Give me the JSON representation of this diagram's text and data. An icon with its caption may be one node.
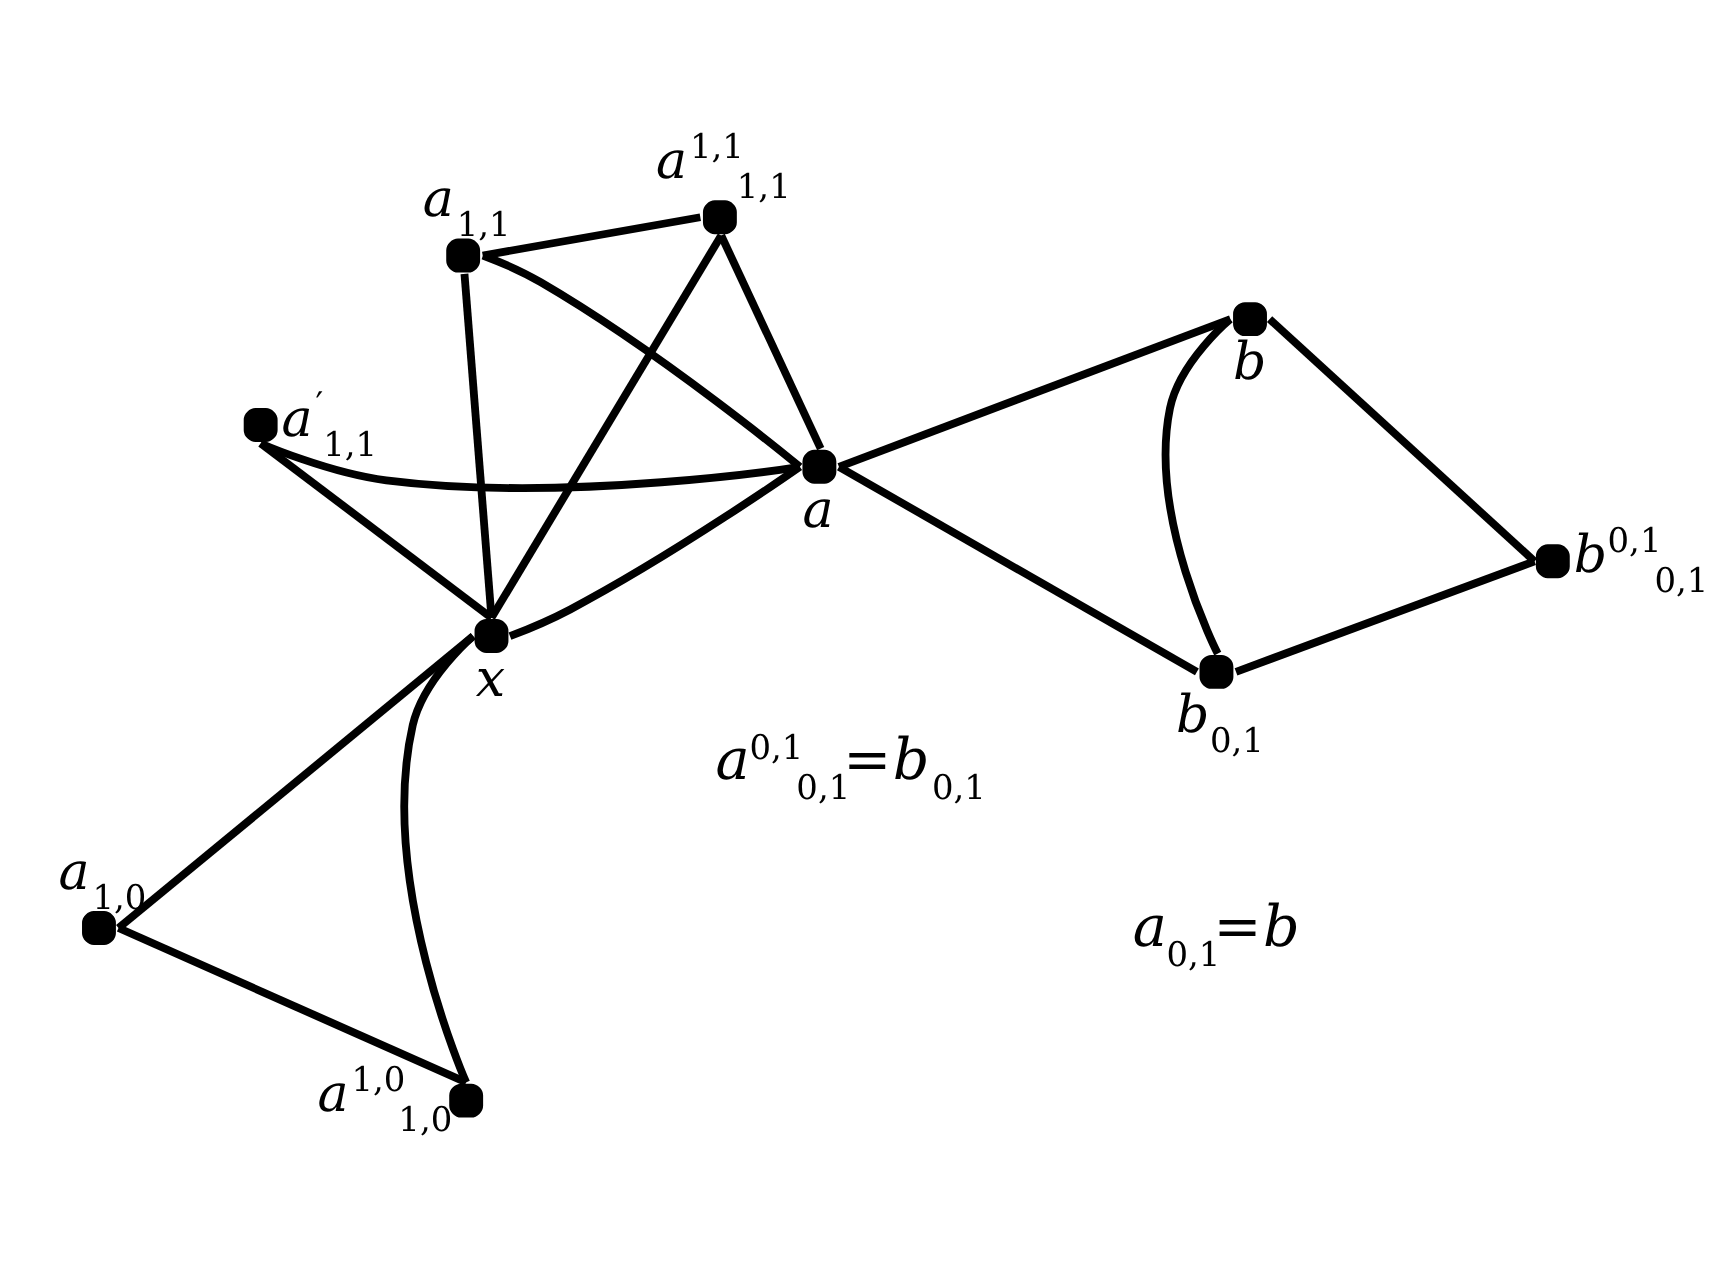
{
  "diagram": {
    "nodes": [
      {
        "text": [],
        "shape": "circle",
        "beside": [
          "*a*$^{′}$$_{1,1}$"
        ]
      },
      {
        "text": [],
        "shape": "circle",
        "beside": [
          "*a*$^{1,0}$$_{1,0}$"
        ]
      },
      {
        "text": [],
        "shape": "circle",
        "beside": [
          "*a*$_{1,0}$"
        ]
      },
      {
        "text": [],
        "shape": "circle",
        "beside": [
          "*a*$_{1,1}$"
        ]
      },
      {
        "text": [],
        "shape": "circle",
        "beside": [
          "*b*"
        ]
      },
      {
        "text": [],
        "shape": "circle",
        "beside": [
          "*x*"
        ]
      },
      {
        "text": [],
        "shape": "circle",
        "beside": [
          "*a*"
        ]
      },
      {
        "text": [],
        "shape": "circle",
        "beside": [
          "*b*$^{0,1}$$_{0,1}$"
        ]
      },
      {
        "text": [],
        "shape": "circle",
        "beside": [
          "*b*$_{0,1}$"
        ]
      },
      {
        "text": [],
        "shape": "circle",
        "beside": [
          "*a*$^{1,1}$$_{1,1}$"
        ]
      }
    ],
    "edges": [
      {
        "from": 1,
        "to": 2,
        "arrow": "none"
      },
      {
        "from": 1,
        "to": 5,
        "arrow": "none"
      },
      {
        "from": 2,
        "to": 5,
        "arrow": "none"
      },
      {
        "from": 5,
        "to": 0,
        "arrow": "none"
      },
      {
        "from": 0,
        "to": 6,
        "arrow": "none"
      },
      {
        "from": 5,
        "to": 3,
        "arrow": "none"
      },
      {
        "from": 3,
        "to": 6,
        "arrow": "none"
      },
      {
        "from": 3,
        "to": 9,
        "arrow": "none"
      },
      {
        "from": 5,
        "to": 6,
        "arrow": "none"
      },
      {
        "from": 5,
        "to": 9,
        "arrow": "none"
      },
      {
        "from": 6,
        "to": 9,
        "arrow": "none"
      },
      {
        "from": 4,
        "to": 7,
        "arrow": "none"
      },
      {
        "from": 4,
        "to": 8,
        "arrow": "none"
      },
      {
        "from": 7,
        "to": 8,
        "arrow": "none"
      },
      {
        "from": 4,
        "to": 6,
        "arrow": "none"
      },
      {
        "from": 6,
        "to": 8,
        "arrow": "none"
      }
    ],
    "labels": [
      "*a*$^{0,1}$$_{0,1}$=*b*$_{0,1}$",
      "*a*$_{0,1}$=*b*"
    ]
  }
}
